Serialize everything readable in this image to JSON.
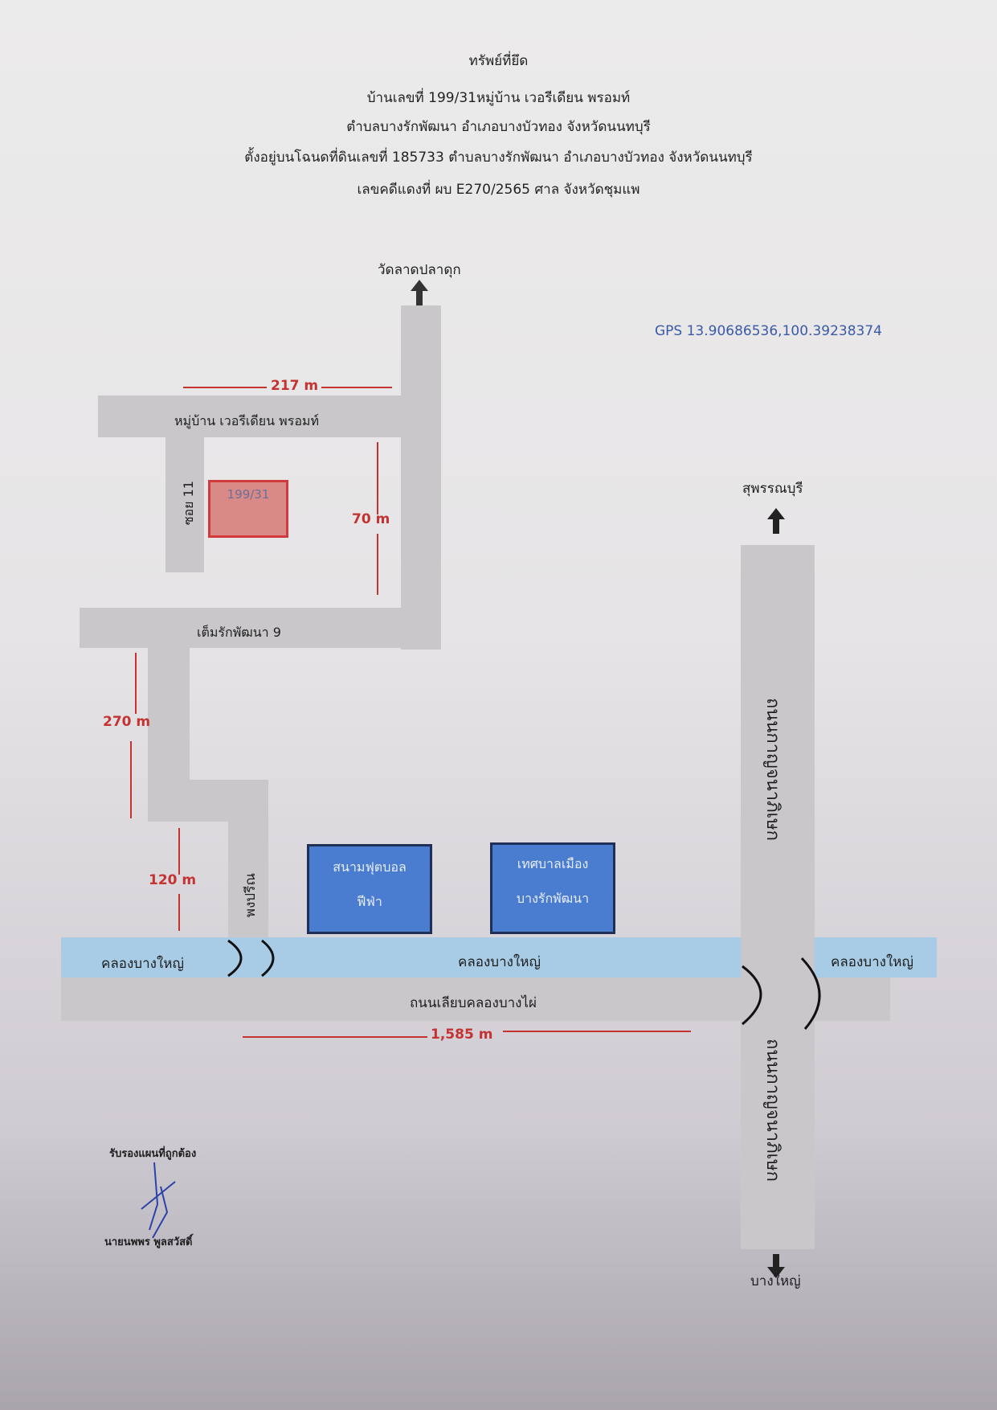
{
  "header": {
    "title": "ทรัพย์ที่ยึด",
    "line1": "บ้านเลขที่ 199/31หมู่บ้าน เวอรีเดียน พรอมท์",
    "line2": "ตำบลบางรักพัฒนา อำเภอบางบัวทอง จังหวัดนนทบุรี",
    "line3": "ตั้งอยู่บนโฉนดที่ดินเลขที่ 185733 ตำบลบางรักพัฒนา อำเภอบางบัวทอง จังหวัดนนทบุรี",
    "line4": "เลขคดีแดงที่ ผบ E270/2565 ศาล จังหวัดชุมแพ"
  },
  "gps": "GPS 13.90686536,100.39238374",
  "places": {
    "north": "วัดลาดปลาดุก",
    "suphan": "สุพรรณบุรี",
    "bangyai": "บางใหญ่"
  },
  "roads": {
    "village": "หมู่บ้าน เวอรีเดียน พรอมท์",
    "soi": "ซอย 11",
    "temrak": "เต็มรักพัฒนา 9",
    "phonprin": "พงปรีณ",
    "kanchana_top": "ถนนกาญจนาภิเษก",
    "kanchana_bottom": "ถนนกาญจนาภิเษก",
    "canal_road": "ถนนเลียบคลองบางไผ่"
  },
  "canals": {
    "left": "คลองบางใหญ่",
    "middle": "คลองบางใหญ่",
    "right": "คลองบางใหญ่"
  },
  "property": "199/31",
  "distances": {
    "d217": "217 m",
    "d70": "70 m",
    "d270": "270 m",
    "d120": "120 m",
    "d1585": "1,585 m"
  },
  "buildings": {
    "stadium_line1": "สนามฟุตบอล",
    "stadium_line2": "ฟีฟ่า",
    "municipal_line1": "เทศบาลเมือง",
    "municipal_line2": "บางรักพัฒนา"
  },
  "signature": {
    "certify": "รับรองแผนที่ถูกต้อง",
    "name": "นายนพพร พูลสวัสดิ์"
  },
  "colors": {
    "road": "#c9c7ca",
    "canal": "#a8cbe6",
    "distance": "#c43232",
    "property_fill": "#d98a86",
    "property_border": "#d23b3b",
    "building": "#4a7cd0",
    "gps": "#3a5aa8"
  }
}
